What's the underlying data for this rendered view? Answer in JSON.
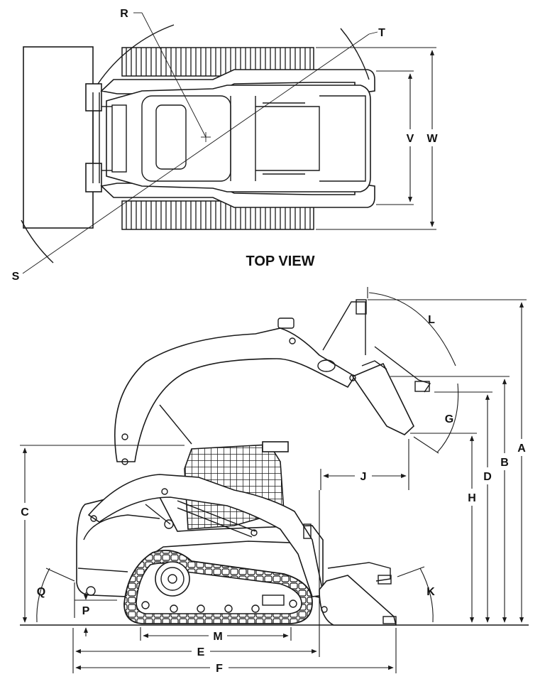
{
  "top_view_title": "TOP VIEW",
  "dimension_labels": {
    "A": "A",
    "B": "B",
    "C": "C",
    "D": "D",
    "E": "E",
    "F": "F",
    "G": "G",
    "H": "H",
    "J": "J",
    "K": "K",
    "L": "L",
    "M": "M",
    "P": "P",
    "Q": "Q",
    "R": "R",
    "S": "S",
    "T": "T",
    "V": "V",
    "W": "W"
  }
}
